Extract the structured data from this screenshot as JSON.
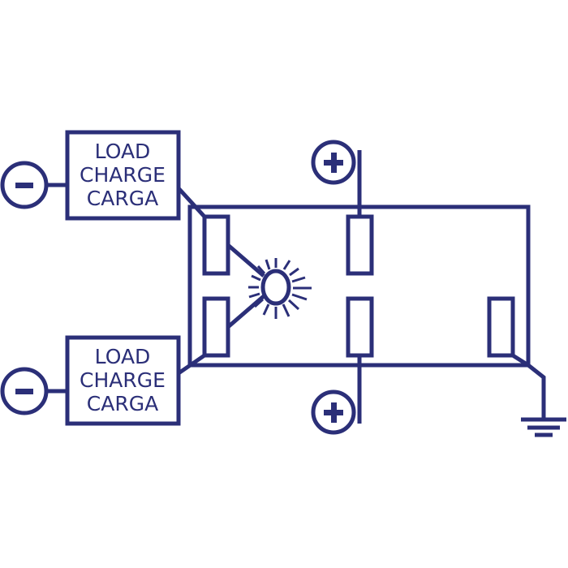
{
  "colors": {
    "ink": "#2b2f78",
    "background": "#ffffff"
  },
  "load_box_top": {
    "line1": "LOAD",
    "line2": "CHARGE",
    "line3": "CARGA"
  },
  "load_box_bottom": {
    "line1": "LOAD",
    "line2": "CHARGE",
    "line3": "CARGA"
  },
  "icons": {
    "negative_terminal": "minus-circle-icon",
    "positive_terminal": "plus-circle-icon",
    "lamp": "lamp-burst-icon",
    "ground": "ground-icon"
  }
}
